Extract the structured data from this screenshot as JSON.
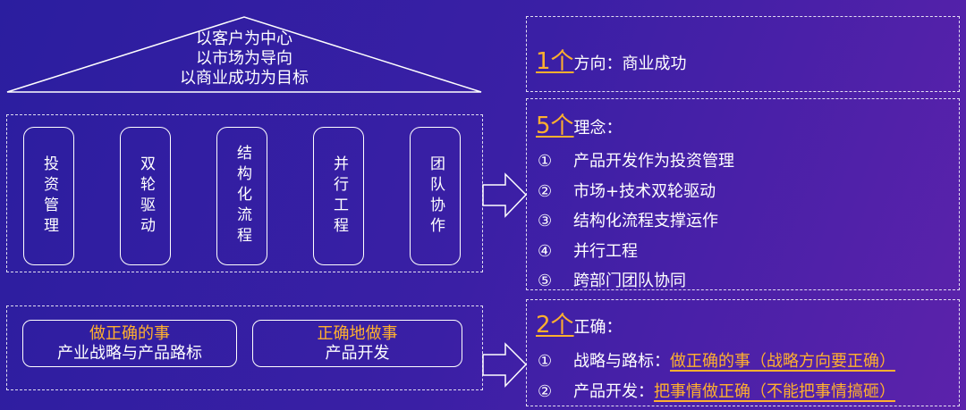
{
  "colors": {
    "background_start": "#2b1e9f",
    "background_mid": "#3a1fa5",
    "background_end": "#5c22ab",
    "accent": "#ffb02e",
    "text": "#ffffff",
    "border": "#ffffff"
  },
  "roof": {
    "lines": [
      "以客户为中心",
      "以市场为导向",
      "以商业成功为目标"
    ]
  },
  "pillars": [
    {
      "label": "投资管理"
    },
    {
      "label": "双轮驱动"
    },
    {
      "label": "结构化流程"
    },
    {
      "label": "并行工程"
    },
    {
      "label": "团队协作"
    }
  ],
  "foundation": [
    {
      "title": "做正确的事",
      "subtitle": "产业战略与产品路标"
    },
    {
      "title": "正确地做事",
      "subtitle": "产品开发"
    }
  ],
  "summary": {
    "direction": {
      "count": "1个",
      "label": "方向：商业成功"
    },
    "concepts": {
      "count": "5个",
      "label": "理念：",
      "items": [
        {
          "num": "①",
          "text": "产品开发作为投资管理"
        },
        {
          "num": "②",
          "text": "市场+技术双轮驱动"
        },
        {
          "num": "③",
          "text": "结构化流程支撑运作"
        },
        {
          "num": "④",
          "text": "并行工程"
        },
        {
          "num": "⑤",
          "text": "跨部门团队协同"
        }
      ]
    },
    "correctness": {
      "count": "2个",
      "label": "正确：",
      "items": [
        {
          "num": "①",
          "label": "战略与路标：",
          "highlight": "做正确的事（战略方向要正确）"
        },
        {
          "num": "②",
          "label": "产品开发：",
          "highlight": "把事情做正确（不能把事情搞砸）"
        }
      ]
    }
  }
}
